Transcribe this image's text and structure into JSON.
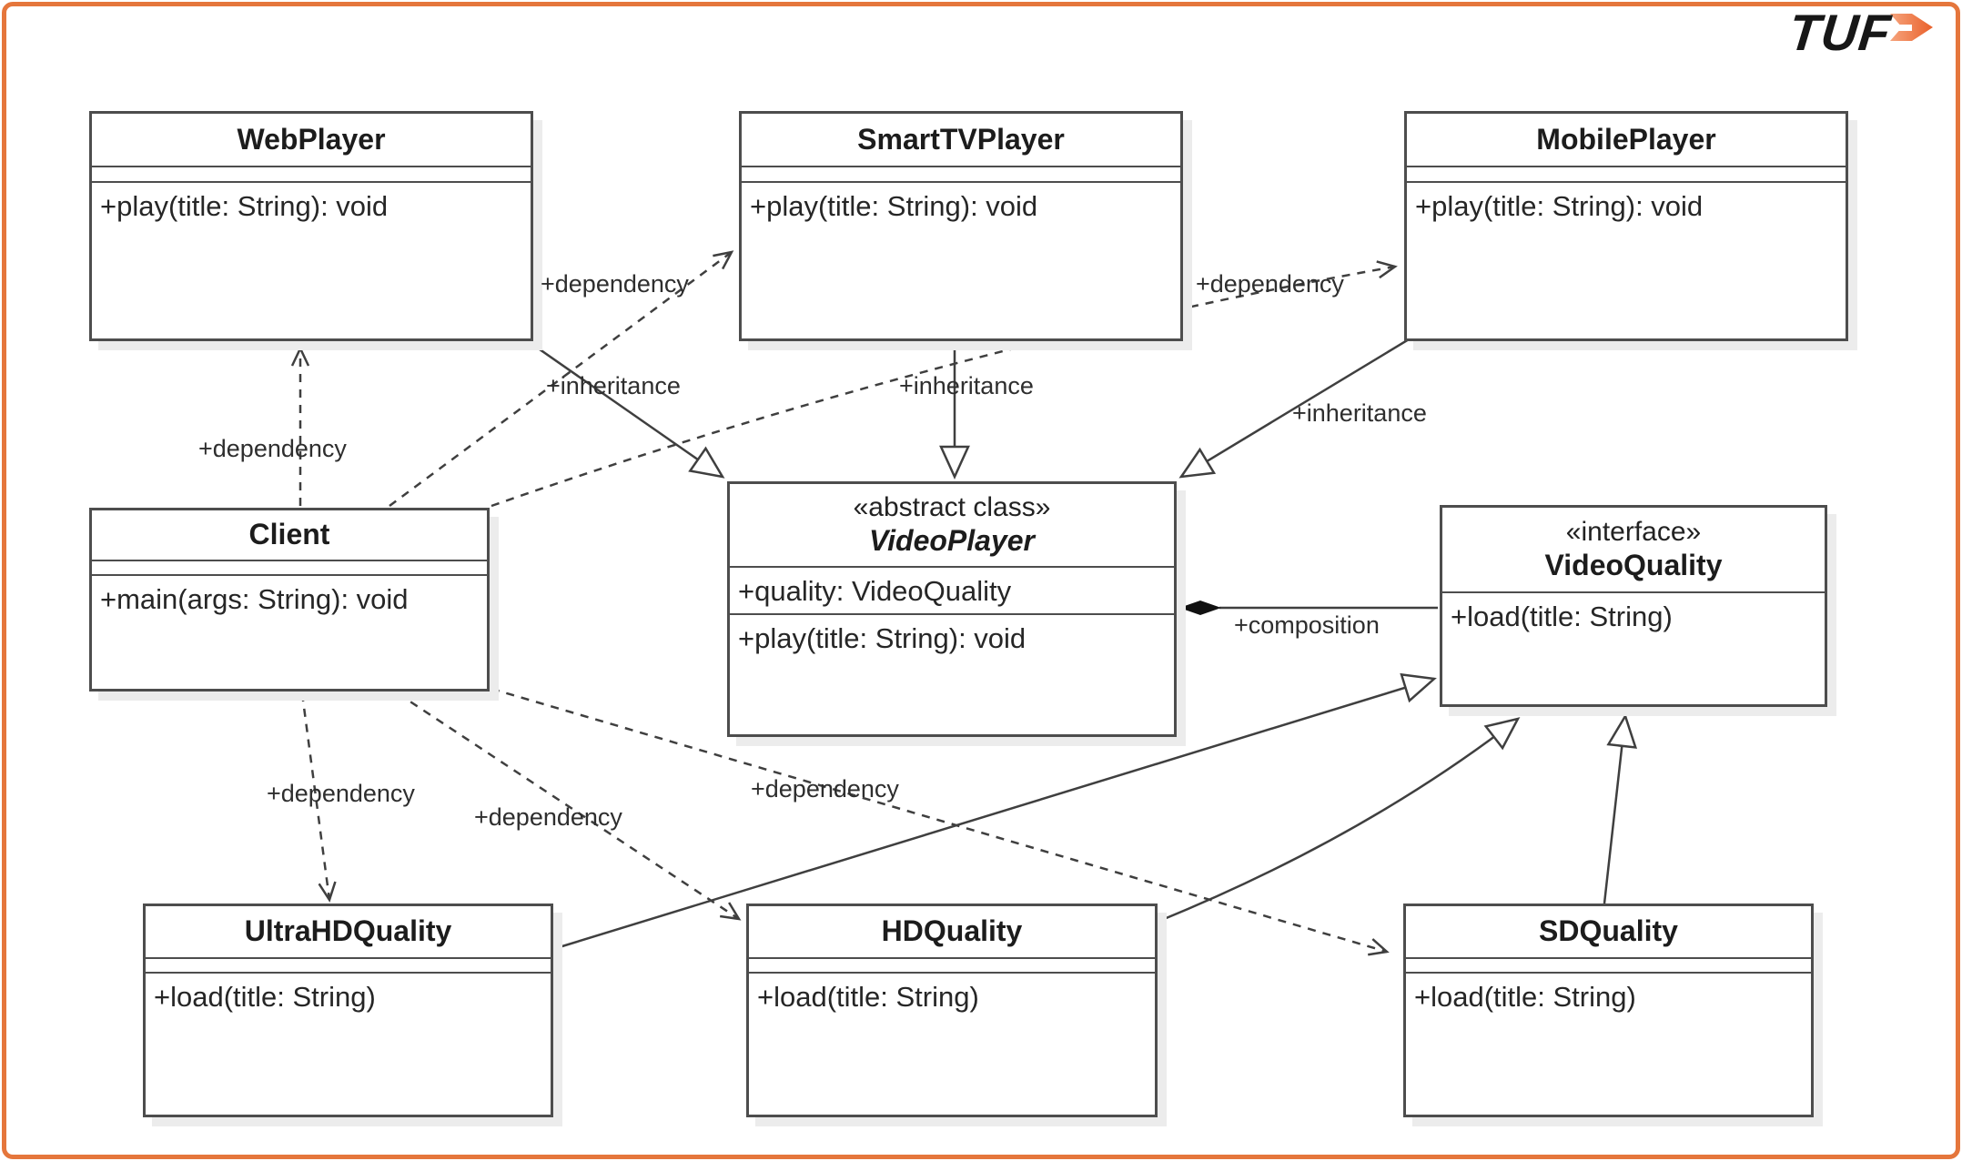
{
  "logo": {
    "text": "TUF",
    "arrow_icon": "orange-chevron-right-icon",
    "text_color": "#171717",
    "arrow_color": "#ed6a32"
  },
  "colors": {
    "frame": "#e5763c",
    "box_border": "#4d4d4d",
    "line": "#3f3f3f",
    "shadow": "#ececec",
    "text": "#262626"
  },
  "diagram": {
    "type": "uml-class-diagram",
    "classes": [
      {
        "name": "WebPlayer",
        "stereotype": "",
        "attributes": [],
        "methods": [
          "+play(title: String): void"
        ]
      },
      {
        "name": "SmartTVPlayer",
        "stereotype": "",
        "attributes": [],
        "methods": [
          "+play(title: String): void"
        ]
      },
      {
        "name": "MobilePlayer",
        "stereotype": "",
        "attributes": [],
        "methods": [
          "+play(title: String): void"
        ]
      },
      {
        "name": "Client",
        "stereotype": "",
        "attributes": [],
        "methods": [
          "+main(args: String): void"
        ]
      },
      {
        "name": "VideoPlayer",
        "stereotype": "«abstract class»",
        "attributes": [
          "+quality: VideoQuality"
        ],
        "methods": [
          "+play(title: String): void"
        ]
      },
      {
        "name": "VideoQuality",
        "stereotype": "«interface»",
        "attributes": [],
        "methods": [
          "+load(title: String)"
        ]
      },
      {
        "name": "UltraHDQuality",
        "stereotype": "",
        "attributes": [],
        "methods": [
          "+load(title: String)"
        ]
      },
      {
        "name": "HDQuality",
        "stereotype": "",
        "attributes": [],
        "methods": [
          "+load(title: String)"
        ]
      },
      {
        "name": "SDQuality",
        "stereotype": "",
        "attributes": [],
        "methods": [
          "+load(title: String)"
        ]
      }
    ],
    "edges": [
      {
        "from": "Client",
        "to": "WebPlayer",
        "type": "dependency",
        "label": "+dependency"
      },
      {
        "from": "Client",
        "to": "SmartTVPlayer",
        "type": "dependency",
        "label": "+dependency"
      },
      {
        "from": "Client",
        "to": "MobilePlayer",
        "type": "dependency",
        "label": "+dependency"
      },
      {
        "from": "WebPlayer",
        "to": "VideoPlayer",
        "type": "inheritance",
        "label": "+inheritance"
      },
      {
        "from": "SmartTVPlayer",
        "to": "VideoPlayer",
        "type": "inheritance",
        "label": "+inheritance"
      },
      {
        "from": "MobilePlayer",
        "to": "VideoPlayer",
        "type": "inheritance",
        "label": "+inheritance"
      },
      {
        "from": "VideoPlayer",
        "to": "VideoQuality",
        "type": "composition",
        "label": "+composition"
      },
      {
        "from": "Client",
        "to": "UltraHDQuality",
        "type": "dependency",
        "label": "+dependency"
      },
      {
        "from": "Client",
        "to": "HDQuality",
        "type": "dependency",
        "label": "+dependency"
      },
      {
        "from": "Client",
        "to": "SDQuality",
        "type": "dependency",
        "label": "+dependency"
      },
      {
        "from": "UltraHDQuality",
        "to": "VideoQuality",
        "type": "realization",
        "label": ""
      },
      {
        "from": "HDQuality",
        "to": "VideoQuality",
        "type": "realization",
        "label": ""
      },
      {
        "from": "SDQuality",
        "to": "VideoQuality",
        "type": "realization",
        "label": ""
      }
    ]
  }
}
